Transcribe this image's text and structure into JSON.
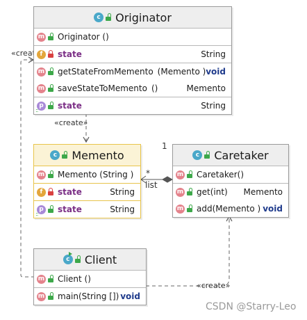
{
  "stereotype": "«create»",
  "originator": {
    "name": "Originator",
    "rows": [
      {
        "text": "Originator ()",
        "type": ""
      },
      {
        "text": "state",
        "type": "String"
      },
      {
        "text": "getStateFromMemento",
        "param": "(Memento )",
        "type": "void"
      },
      {
        "text": "saveStateToMemento",
        "param": "()",
        "type": "Memento"
      },
      {
        "text": "state",
        "type": "String"
      }
    ]
  },
  "memento": {
    "name": "Memento",
    "rows": [
      {
        "text": "Memento (String )",
        "type": ""
      },
      {
        "text": "state",
        "type": "String"
      },
      {
        "text": "state",
        "type": "String"
      }
    ]
  },
  "caretaker": {
    "name": "Caretaker",
    "rows": [
      {
        "text": "Caretaker()",
        "type": ""
      },
      {
        "text": "get(int)",
        "type": "Memento"
      },
      {
        "text": "add(Memento )",
        "type": "void"
      }
    ]
  },
  "client": {
    "name": "Client",
    "rows": [
      {
        "text": "Client ()",
        "type": ""
      },
      {
        "text": "main(String [])",
        "type": "void"
      }
    ]
  },
  "association": {
    "one": "1",
    "many": "*",
    "role": "list"
  },
  "watermark": "CSDN @Starry-Leo"
}
